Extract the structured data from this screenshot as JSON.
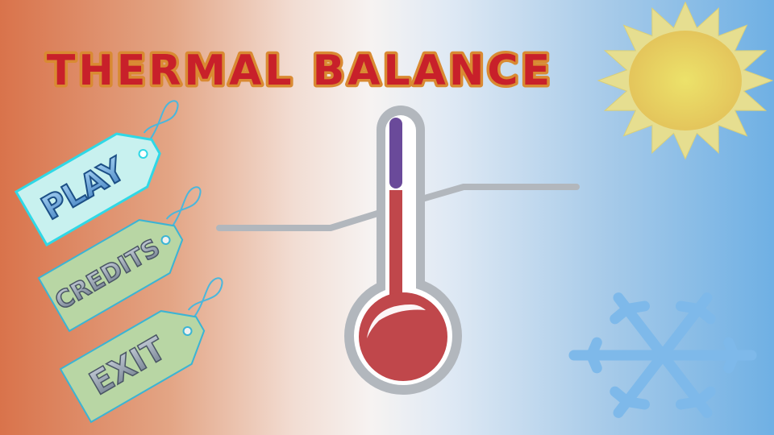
{
  "title": "THERMAL BALANCE",
  "menu": {
    "play": "PLAY",
    "credits": "CREDITS",
    "exit": "EXIT"
  },
  "thermometer": {
    "fill_level": 0.35
  },
  "colors": {
    "title_fill": "#c8202a",
    "title_edge": "#e08a2a",
    "play_tag": "#c8f1ef",
    "play_tag_border": "#2fd8e6",
    "tag_inactive": "#b8d6a4",
    "tag_border": "#3bb4d4",
    "mercury_hot": "#c0474b",
    "mercury_cold": "#6a4a9a",
    "thermometer_frame": "#b2b7bd",
    "sun_core": "#e9d85c",
    "sun_rays": "#e6de90",
    "snowflake": "#7eb9ea"
  },
  "icons": {
    "sun": "sun-icon",
    "snowflake": "snowflake-icon",
    "thermometer": "thermometer-icon"
  }
}
